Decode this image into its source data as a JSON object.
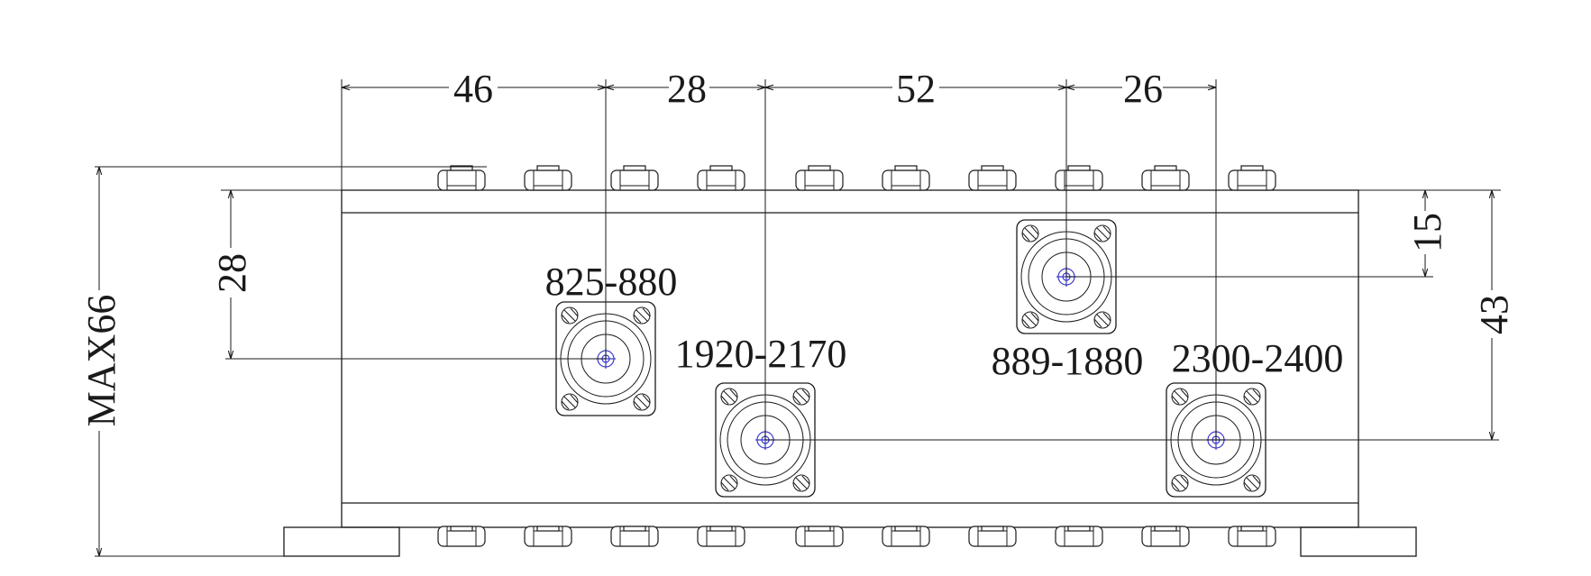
{
  "drawing": {
    "connector_labels": [
      "825-880",
      "1920-2170",
      "889-1880",
      "2300-2400"
    ],
    "top_dimensions": [
      "46",
      "28",
      "52",
      "26"
    ],
    "left_dimensions": {
      "overall": "MAX66",
      "port_height": "28"
    },
    "right_dimensions": {
      "upper": "15",
      "lower": "43"
    },
    "colors": {
      "line": "#1a1a1a",
      "pin": "#3a3ac8",
      "background": "#ffffff"
    }
  }
}
